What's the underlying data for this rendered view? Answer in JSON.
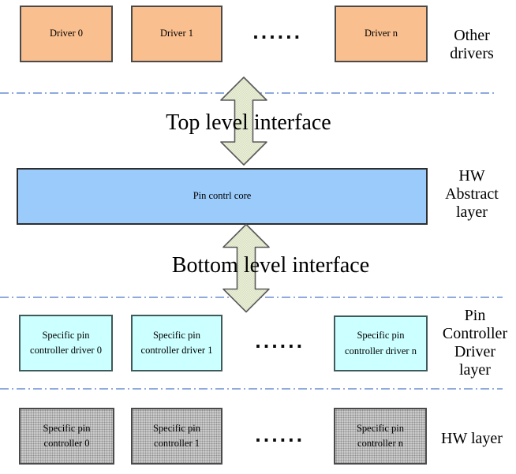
{
  "rows": [
    {
      "name": "other-drivers",
      "layer_label": "Other drivers",
      "boxes": [
        "Driver 0",
        "Driver 1",
        "Driver n"
      ],
      "ellipsis": "......"
    },
    {
      "name": "hw-abstract-layer",
      "layer_label": "HW Abstract layer",
      "boxes": [
        "Pin contrl core"
      ]
    },
    {
      "name": "pin-controller-driver-layer",
      "layer_label": "Pin Controller Driver layer",
      "boxes": [
        "Specific pin controller driver 0",
        "Specific pin controller driver 1",
        "Specific pin controller driver n"
      ],
      "ellipsis": "......"
    },
    {
      "name": "hw-layer",
      "layer_label": "HW layer",
      "boxes": [
        "Specific pin controller 0",
        "Specific pin controller 1",
        "Specific pin controller n"
      ],
      "ellipsis": "......"
    }
  ],
  "interfaces": {
    "top_label": "Top level interface",
    "bottom_label": "Bottom level interface"
  },
  "colors": {
    "driver_box": "#fabf8f",
    "core_box": "#9acbfb",
    "pinctrl_box": "#ccffff",
    "hw_box": "#cdcdcd",
    "arrow_fill": "#eef2e0",
    "arrow_dot": "#d5dfbb",
    "separator": "#8faadc"
  }
}
